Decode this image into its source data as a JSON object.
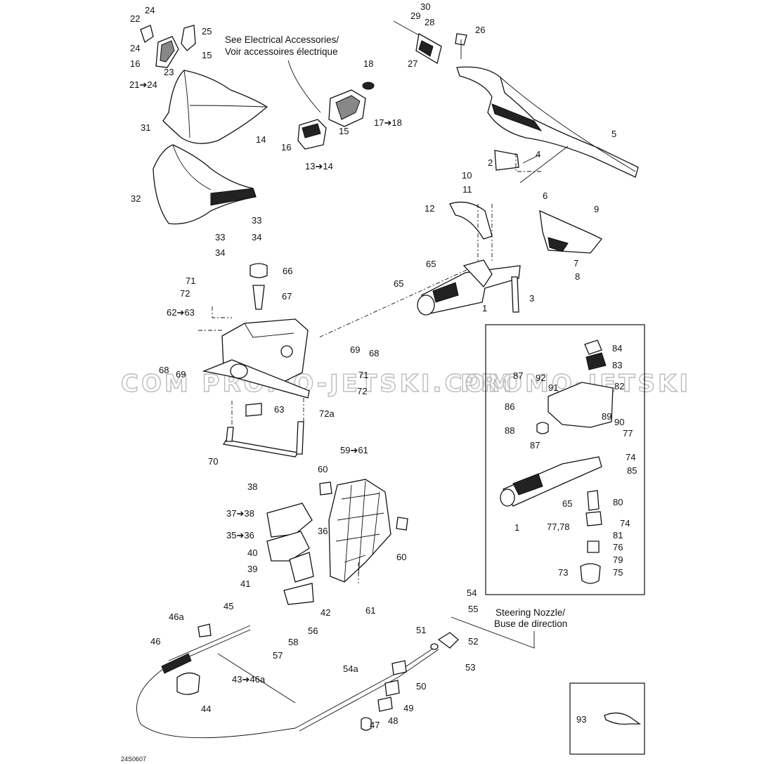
{
  "notes": {
    "electrical_en": "See Electrical Accessories/",
    "electrical_fr": "Voir accessoires électrique",
    "nozzle_en": "Steering Nozzle/",
    "nozzle_fr": "Buse de direction"
  },
  "watermark": {
    "left": "COM  PROMO-JETSKI.COM",
    "right": "PROMO-JETSKI"
  },
  "drawing_code": "24S0607",
  "labels": {
    "l1": "1",
    "l1b": "1",
    "l2": "2",
    "l3": "3",
    "l4": "4",
    "l5": "5",
    "l6": "6",
    "l7": "7",
    "l8": "8",
    "l9": "9",
    "l10": "10",
    "l11": "11",
    "l12": "12",
    "l13": "13➔14",
    "l14": "14",
    "l15a": "15",
    "l15b": "15",
    "l16a": "16",
    "l16b": "16",
    "l17": "17➔18",
    "l18": "18",
    "l21": "21➔24",
    "l22": "22",
    "l23": "23",
    "l24a": "24",
    "l24b": "24",
    "l25": "25",
    "l26": "26",
    "l27": "27",
    "l28": "28",
    "l29": "29",
    "l30": "30",
    "l31": "31",
    "l32": "32",
    "l33a": "33",
    "l33b": "33",
    "l34a": "34",
    "l34b": "34",
    "l35": "35➔36",
    "l36": "36",
    "l37": "37➔38",
    "l38": "38",
    "l39": "39",
    "l40": "40",
    "l41": "41",
    "l42": "42",
    "l43": "43➔46a",
    "l44": "44",
    "l45": "45",
    "l46": "46",
    "l46a": "46a",
    "l47": "47",
    "l48": "48",
    "l49": "49",
    "l50": "50",
    "l51": "51",
    "l52": "52",
    "l53": "53",
    "l54": "54",
    "l54a": "54a",
    "l55": "55",
    "l56": "56",
    "l57": "57",
    "l58": "58",
    "l59": "59➔61",
    "l60a": "60",
    "l60b": "60",
    "l61": "61",
    "l62": "62➔63",
    "l63": "63",
    "l65a": "65",
    "l65b": "65",
    "l65c": "65",
    "l66": "66",
    "l67": "67",
    "l68a": "68",
    "l68b": "68",
    "l69a": "69",
    "l69b": "69",
    "l70": "70",
    "l71a": "71",
    "l71b": "71",
    "l72a": "72",
    "l72b": "72",
    "l72c": "72a",
    "l73": "73",
    "l74a": "74",
    "l74b": "74",
    "l75": "75",
    "l76": "76",
    "l7778": "77,78",
    "l77": "77",
    "l79": "79",
    "l80": "80",
    "l81": "81",
    "l82": "82",
    "l83": "83",
    "l84": "84",
    "l85": "85",
    "l86": "86",
    "l87a": "87",
    "l87b": "87",
    "l88": "88",
    "l89": "89",
    "l90": "90",
    "l91": "91",
    "l92": "92",
    "l93": "93"
  },
  "colors": {
    "ink": "#111111",
    "watermark": "#bbbbbb"
  }
}
